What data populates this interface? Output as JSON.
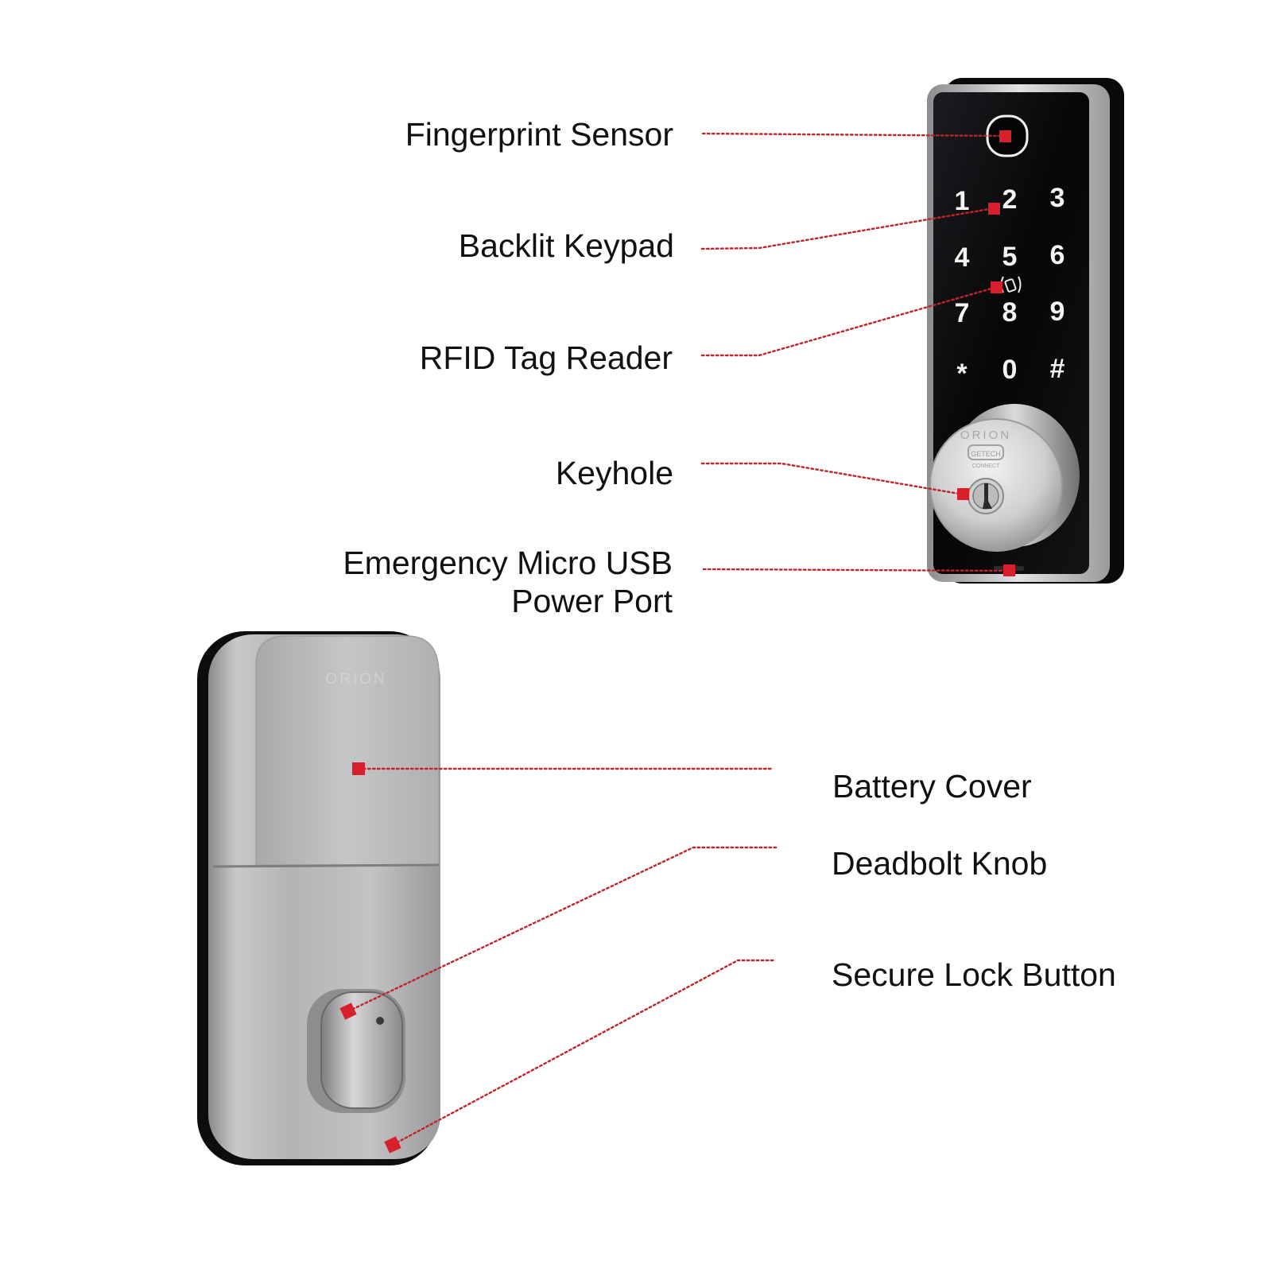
{
  "callouts": {
    "fingerprint_sensor": "Fingerprint Sensor",
    "backlit_keypad": "Backlit Keypad",
    "rfid_tag_reader": "RFID Tag Reader",
    "keyhole": "Keyhole",
    "usb_port_line1": "Emergency Micro USB",
    "usb_port_line2": "Power Port",
    "battery_cover": "Battery Cover",
    "deadbolt_knob": "Deadbolt Knob",
    "secure_lock_button": "Secure Lock Button"
  },
  "keypad": {
    "keys": [
      "1",
      "2",
      "3",
      "4",
      "5",
      "6",
      "7",
      "8",
      "9",
      "*",
      "0",
      "#"
    ]
  },
  "branding": {
    "logo_text": "ORION",
    "badge_text": "GETECH",
    "badge_subtext": "CONNECT"
  },
  "colors": {
    "accent": "#d7202b",
    "panel": "#0c0c0e",
    "brushed_metal": "#b9b9bb"
  }
}
